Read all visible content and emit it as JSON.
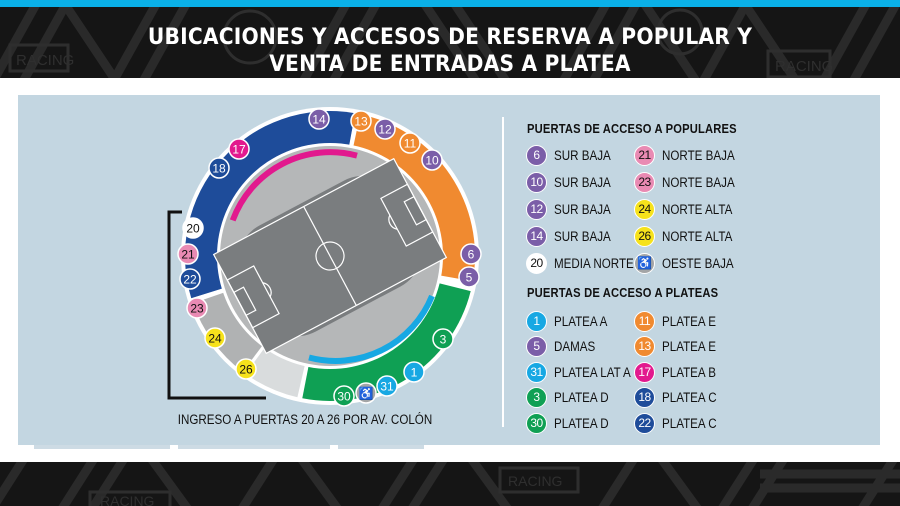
{
  "title": {
    "line1": "UBICACIONES Y ACCESOS DE RESERVA A POPULAR Y",
    "line2": "VENTA DE ENTRADAS A PLATEA"
  },
  "brand": "RACING",
  "colors": {
    "top_bar": "#0ab0e8",
    "banner": "#151515",
    "panel": "#c3d6e1",
    "purple": "#7b5ea8",
    "pink": "#e98ab3",
    "yellow": "#f6e21c",
    "white": "#ffffff",
    "gray": "#a3a5a6",
    "cyan": "#17a8e3",
    "green": "#0fa054",
    "orange": "#f08a30",
    "magenta": "#e2198e",
    "navy": "#1e4c9a"
  },
  "map": {
    "caption": "INGRESO A PUERTAS 20 A 26 POR AV. COLÓN",
    "gates": [
      {
        "num": "14",
        "color": "purple"
      },
      {
        "num": "13",
        "color": "orange"
      },
      {
        "num": "12",
        "color": "purple"
      },
      {
        "num": "11",
        "color": "orange"
      },
      {
        "num": "10",
        "color": "purple"
      },
      {
        "num": "17",
        "color": "magenta"
      },
      {
        "num": "18",
        "color": "navy"
      },
      {
        "num": "20",
        "color": "white"
      },
      {
        "num": "21",
        "color": "pink"
      },
      {
        "num": "22",
        "color": "navy"
      },
      {
        "num": "23",
        "color": "pink"
      },
      {
        "num": "24",
        "color": "yellow"
      },
      {
        "num": "26",
        "color": "yellow"
      },
      {
        "num": "6",
        "color": "purple"
      },
      {
        "num": "5",
        "color": "purple"
      },
      {
        "num": "3",
        "color": "green"
      },
      {
        "num": "1",
        "color": "cyan"
      },
      {
        "num": "31",
        "color": "cyan"
      },
      {
        "num": "accessible",
        "color": "gray"
      },
      {
        "num": "30",
        "color": "green"
      }
    ]
  },
  "legend": {
    "populares": {
      "heading": "PUERTAS DE ACCESO A POPULARES",
      "left": [
        {
          "num": "6",
          "label": "SUR BAJA",
          "color": "#7b5ea8",
          "text": "#ffffff"
        },
        {
          "num": "10",
          "label": "SUR BAJA",
          "color": "#7b5ea8",
          "text": "#ffffff"
        },
        {
          "num": "12",
          "label": "SUR BAJA",
          "color": "#7b5ea8",
          "text": "#ffffff"
        },
        {
          "num": "14",
          "label": "SUR BAJA",
          "color": "#7b5ea8",
          "text": "#ffffff"
        },
        {
          "num": "20",
          "label": "MEDIA NORTE",
          "color": "#ffffff",
          "text": "#111111"
        }
      ],
      "right": [
        {
          "num": "21",
          "label": "NORTE BAJA",
          "color": "#e98ab3",
          "text": "#111111"
        },
        {
          "num": "23",
          "label": "NORTE BAJA",
          "color": "#e98ab3",
          "text": "#111111"
        },
        {
          "num": "24",
          "label": "NORTE ALTA",
          "color": "#f6e21c",
          "text": "#111111"
        },
        {
          "num": "26",
          "label": "NORTE ALTA",
          "color": "#f6e21c",
          "text": "#111111"
        },
        {
          "num": "♿",
          "label": "OESTE BAJA",
          "color": "#a3a5a6",
          "text": "#ffffff",
          "icon": "wheelchair-icon"
        }
      ]
    },
    "plateas": {
      "heading": "PUERTAS DE ACCESO A PLATEAS",
      "left": [
        {
          "num": "1",
          "label": "PLATEA A",
          "color": "#17a8e3",
          "text": "#ffffff"
        },
        {
          "num": "5",
          "label": "DAMAS",
          "color": "#7b5ea8",
          "text": "#ffffff"
        },
        {
          "num": "31",
          "label": "PLATEA LAT A",
          "color": "#17a8e3",
          "text": "#ffffff"
        },
        {
          "num": "3",
          "label": "PLATEA D",
          "color": "#0fa054",
          "text": "#ffffff"
        },
        {
          "num": "30",
          "label": "PLATEA D",
          "color": "#0fa054",
          "text": "#ffffff"
        }
      ],
      "right": [
        {
          "num": "11",
          "label": "PLATEA E",
          "color": "#f08a30",
          "text": "#ffffff"
        },
        {
          "num": "13",
          "label": "PLATEA E",
          "color": "#f08a30",
          "text": "#ffffff"
        },
        {
          "num": "17",
          "label": "PLATEA B",
          "color": "#e2198e",
          "text": "#ffffff"
        },
        {
          "num": "18",
          "label": "PLATEA C",
          "color": "#1e4c9a",
          "text": "#ffffff"
        },
        {
          "num": "22",
          "label": "PLATEA C",
          "color": "#1e4c9a",
          "text": "#ffffff"
        }
      ]
    }
  }
}
